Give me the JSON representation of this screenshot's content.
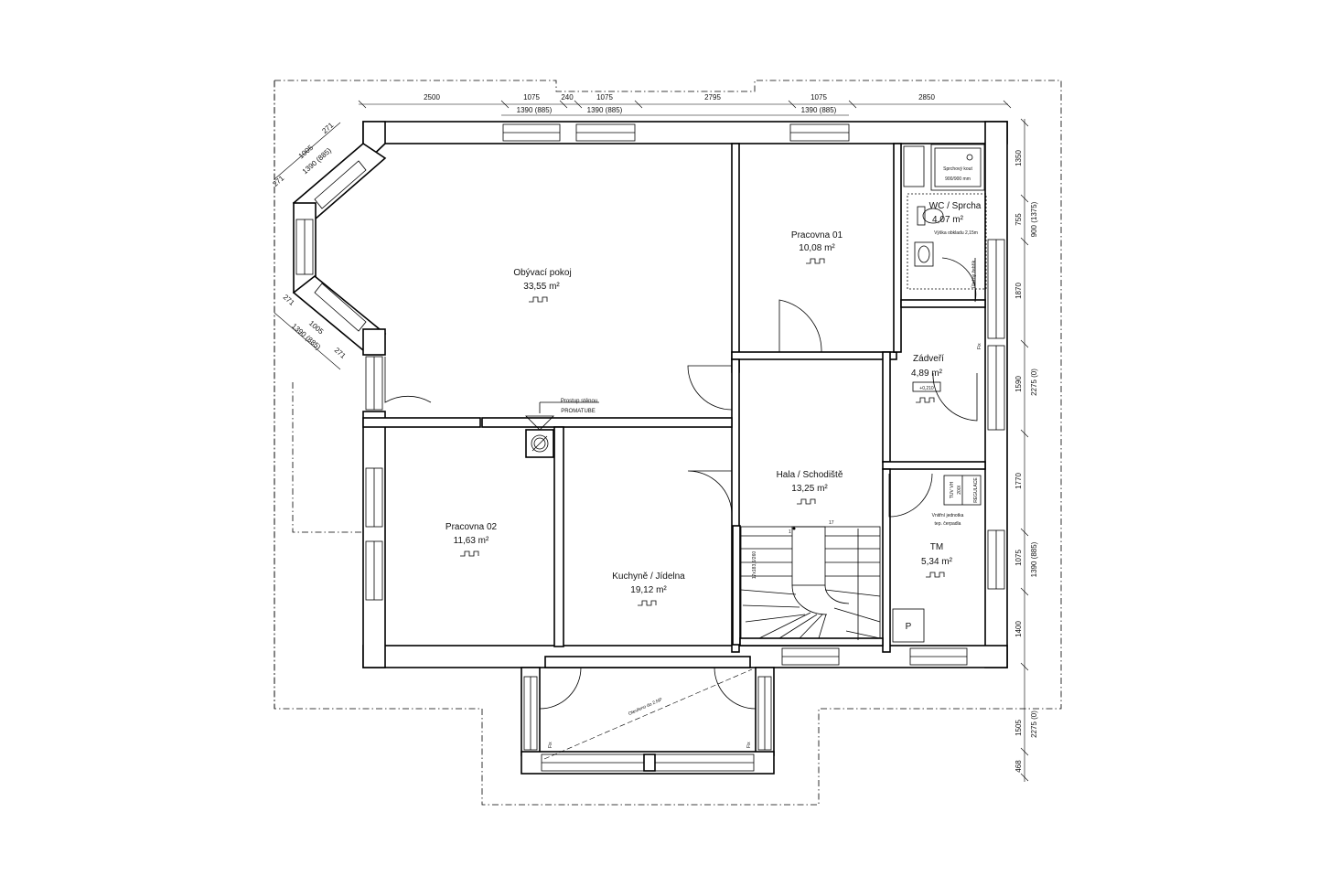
{
  "rooms": [
    {
      "name": "Obývací pokoj",
      "area": "33,55 m²"
    },
    {
      "name": "Pracovna 01",
      "area": "10,08 m²"
    },
    {
      "name": "WC / Sprcha",
      "area": "4,07 m²"
    },
    {
      "name": "Zádveří",
      "area": "4,89 m²"
    },
    {
      "name": "Hala / Schodiště",
      "area": "13,25 m²"
    },
    {
      "name": "TM",
      "area": "5,34 m²"
    },
    {
      "name": "Pracovna 02",
      "area": "11,63 m²"
    },
    {
      "name": "Kuchyně / Jídelna",
      "area": "19,12 m²"
    }
  ],
  "notes": {
    "shower": "Sprchový kout",
    "shower_size": "900/900 mm",
    "tiling": "Výška obkladu 2,15m",
    "level": "+0,210",
    "chimney_1": "Prostup stěnou",
    "chimney_2": "PROMATUBE",
    "heat_pump_1": "Vnitřní jednotka",
    "heat_pump_2": "tep. čerpadla",
    "stairs": "17x183,6/260",
    "stair_first": "1",
    "stair_last": "17",
    "p_label": "P",
    "fix": "Fix",
    "open_note": "Otevřeno do 2.NP",
    "shoe_rack": "Úložný žebřík",
    "tuv": "TUV VH",
    "tuv_val": "200l",
    "rack": "REGULACE"
  },
  "dims_top": [
    "2500",
    "1075",
    "240",
    "1075",
    "2795",
    "1075",
    "2850"
  ],
  "dims_top2": [
    "1390 (885)",
    "1390 (885)",
    "1390 (885)"
  ],
  "dims_right": [
    "1350",
    "755",
    "900 (1375)",
    "1870",
    "1590",
    "2275 (0)",
    "1770",
    "1075",
    "1390 (885)",
    "1400",
    "1505",
    "2275 (0)",
    "468"
  ],
  "dims_bay": [
    "271",
    "1005",
    "1390 (885)",
    "271",
    "271",
    "1005",
    "1390 (885)",
    "271"
  ]
}
